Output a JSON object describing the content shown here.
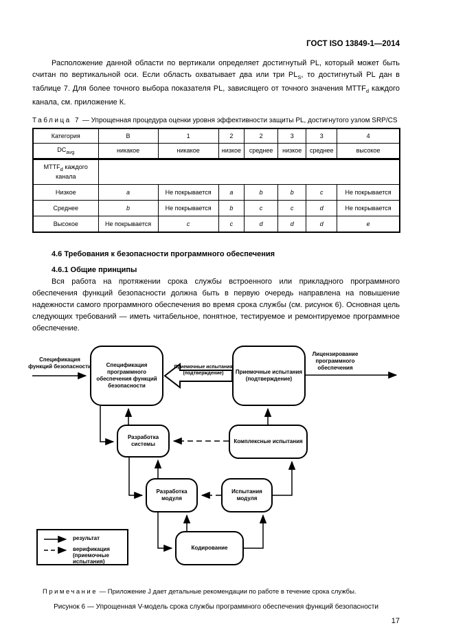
{
  "header": {
    "doc_number": "ГОСТ ISO 13849-1—2014"
  },
  "intro_paragraph": {
    "part1": "Расположение данной области по вертикали определяет достигнутый PL, который может быть считан по вертикальной оси. Если область охватывает два или три PL",
    "sub1": "S",
    "part2": ", то достигнутый PL дан в таблице 7. Для более точного выбора показателя PL, зависящего от точного значения MTTF",
    "sub2": "d",
    "part3": " каждого канала, см. приложение К."
  },
  "table": {
    "caption_label": "Таблица 7",
    "caption_text": "— Упрощенная процедура оценки уровня эффективности защиты PL, достигнутого узлом SRP/CS",
    "columns": [
      "Категория",
      "B",
      "1",
      "2",
      "2",
      "3",
      "3",
      "4"
    ],
    "dc_row": {
      "label_main": "DC",
      "label_sub": "avg",
      "values": [
        "никакое",
        "никакое",
        "низкое",
        "среднее",
        "низкое",
        "среднее",
        "высокое"
      ]
    },
    "mttf_row": {
      "label_main": "MTTF",
      "label_sub": "d",
      "label_rest": " каждого канала"
    },
    "rows": [
      {
        "label": "Низкое",
        "values": [
          "a",
          "Не покрывается",
          "a",
          "b",
          "b",
          "c",
          "Не покрывается"
        ]
      },
      {
        "label": "Среднее",
        "values": [
          "b",
          "Не покрывается",
          "b",
          "c",
          "c",
          "d",
          "Не покрывается"
        ]
      },
      {
        "label": "Высокое",
        "values": [
          "Не покрывается",
          "c",
          "c",
          "d",
          "d",
          "d",
          "e"
        ]
      }
    ]
  },
  "sections": {
    "s46_title": "4.6  Требования к безопасности программного обеспечения",
    "s461_title": "4.6.1 Общие принципы",
    "s461_text": "Вся работа на протяжении срока службы встроенного или прикладного программного обеспечения функций безопасности должна быть в первую очередь направлена на повышение надежности самого программного обеспечения во время срока службы (см. рисунок 6). Основная цель следующих требований — иметь читабельное, понятное, тестируемое и ремонтируемое программное обеспечение."
  },
  "figure": {
    "input_label": "Спецификация функций безопасности",
    "output_label": "Лицензирование программного обеспечения",
    "boxes": {
      "spec": "Спецификация программного обеспечения функций безопасности",
      "acceptance": "Приемочные испытания (подтверждение)",
      "acceptance_arrow": "Приемочные испытания (подтверждение)",
      "system_dev": "Разработка системы",
      "integration_test": "Комплексные испытания",
      "module_dev": "Разработка модуля",
      "module_test": "Испытания модуля",
      "coding": "Кодирование"
    },
    "legend": {
      "solid_label": "результат",
      "dashed_label": "верификация (приемочные испытания)"
    },
    "note_label": "Примечание",
    "note_text": "— Приложение J дает детальные рекомендации по работе в течение срока службы.",
    "caption": "Рисунок 6 — Упрощенная V-модель срока службы программного обеспечения функций безопасности"
  },
  "page_number": "17"
}
